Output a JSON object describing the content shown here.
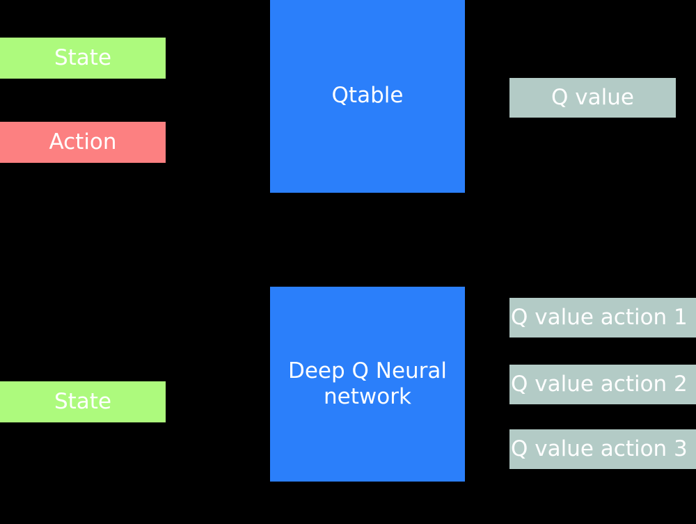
{
  "diagram": {
    "background_color": "#000000",
    "text_color": "#ffffff",
    "palette": {
      "state_green": "#adfa7d",
      "action_salmon": "#fc8081",
      "model_blue": "#2b7ffa",
      "qvalue_gray_green": "#b3cbc6"
    }
  },
  "qlearning_row": {
    "state_label": "State",
    "action_label": "Action",
    "model_label": "Qtable",
    "output_label": "Q value"
  },
  "deep_qlearning_row": {
    "state_label": "State",
    "model_label": "Deep Q Neural\nnetwork",
    "outputs": [
      {
        "label": "Q value action 1"
      },
      {
        "label": "Q value action 2"
      },
      {
        "label": "Q value action 3"
      }
    ]
  }
}
